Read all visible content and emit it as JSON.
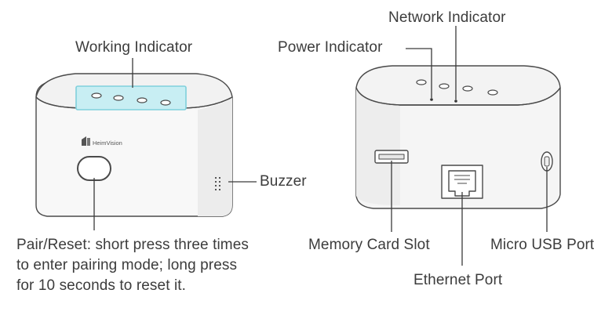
{
  "labels": {
    "working_indicator": "Working Indicator",
    "network_indicator": "Network Indicator",
    "power_indicator": "Power Indicator",
    "buzzer": "Buzzer",
    "memory_card_slot": "Memory Card Slot",
    "micro_usb_port": "Micro USB Port",
    "ethernet_port": "Ethernet Port",
    "pair_reset_lines": [
      "Pair/Reset: short press three times",
      "to enter pairing mode; long press",
      "for 10 seconds to reset it."
    ]
  },
  "brand_logo_text": "HeimVision",
  "colors": {
    "device_body": "#f7f7f7",
    "device_outline": "#4a4a4a",
    "leader_line": "#3a3a3a",
    "indicator_highlight": "#7fd0dc"
  }
}
